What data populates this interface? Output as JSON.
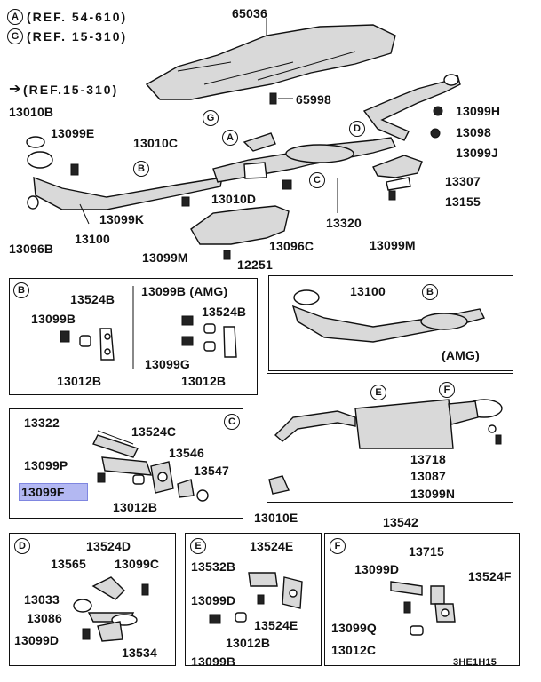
{
  "refs": {
    "a": {
      "circle": "A",
      "text": "(REF. 54-610)"
    },
    "g": {
      "circle": "G",
      "text": "(REF. 15-310)"
    },
    "arrow": {
      "glyph": "➔",
      "text": "(REF.15-310)"
    }
  },
  "callouts": {
    "a": "A",
    "b": "B",
    "c": "C",
    "d": "D",
    "e": "E",
    "f": "F",
    "g": "G"
  },
  "parts": {
    "p65036": "65036",
    "p65998": "65998",
    "p13010b": "13010B",
    "p13099e": "13099E",
    "p13010c": "13010C",
    "p13099h": "13099H",
    "p13098": "13098",
    "p13099j": "13099J",
    "p13307": "13307",
    "p13155": "13155",
    "p13010d": "13010D",
    "p13099k": "13099K",
    "p13096b": "13096B",
    "p13100": "13100",
    "p13320": "13320",
    "p13096c": "13096C",
    "p13099m_top": "13099M",
    "p13099m_left": "13099M",
    "p12251": "12251"
  },
  "panel_b": {
    "circle": "B",
    "left": {
      "a": "13524B",
      "b": "13099B",
      "c": "13012B"
    },
    "right": {
      "title": "13099B (AMG)",
      "a": "13524B",
      "b": "13099G",
      "c": "13012B"
    }
  },
  "panel_amg": {
    "part": "13100",
    "circle": "B",
    "note": "(AMG)"
  },
  "panel_c": {
    "circle": "C",
    "l1": "13322",
    "l2": "13524C",
    "l3": "13099P",
    "l4": "13546",
    "l5": "13547",
    "l6": "13099F",
    "l7": "13012B"
  },
  "panel_muffler": {
    "e": "E",
    "f": "F",
    "l1": "13718",
    "l2": "13087",
    "l3": "13099N",
    "below_left": "13010E",
    "below": "13542"
  },
  "panel_d": {
    "circle": "D",
    "l1": "13524D",
    "l2": "13565",
    "l3": "13099C",
    "l4": "13033",
    "l5": "13086",
    "l6": "13099D",
    "l7": "13534"
  },
  "panel_e": {
    "circle": "E",
    "l1": "13524E",
    "l2": "13532B",
    "l3": "13099D",
    "l4": "13524E",
    "l5": "13012B",
    "l6": "13099B"
  },
  "panel_f": {
    "circle": "F",
    "l1": "13715",
    "l2": "13099D",
    "l3": "13524F",
    "l4": "13099Q",
    "l5": "13012C"
  },
  "figure_code": "3HE1H15",
  "colors": {
    "highlight": "#b3b8f2",
    "ink": "#111111"
  }
}
